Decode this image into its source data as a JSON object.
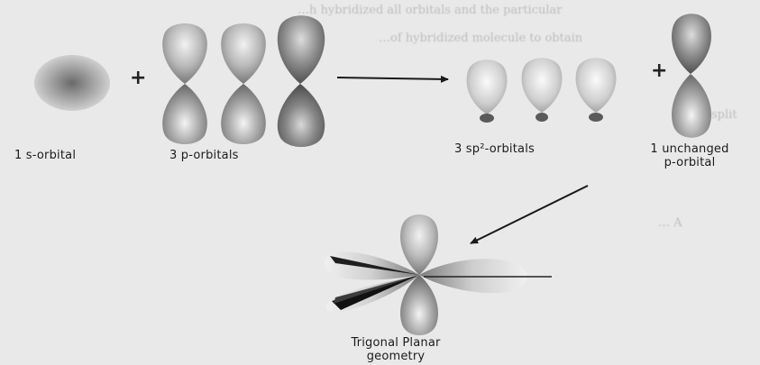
{
  "labels": {
    "s_orbital": "1 s-orbital",
    "p_orbitals": "3 p-orbitals",
    "sp2_orbitals": "3 sp²-orbitals",
    "unchanged_line1": "1 unchanged",
    "unchanged_line2": "p-orbital",
    "trigonal_line1": "Trigonal Planar",
    "trigonal_line2": "geometry"
  },
  "operators": {
    "plus1": "+",
    "plus2": "+"
  },
  "bleed_through": {
    "line1": "…h hybridized all orbitals and the particular",
    "line2": "…of hybridized molecule to obtain",
    "line3": "… a split",
    "line4": "… A"
  },
  "colors": {
    "background": "#e9e9e9",
    "lobe_dark": "#6f6f6f",
    "lobe_light": "#e2e2e2",
    "arrow": "#1a1a1a"
  },
  "icons": [
    "s-orbital-icon",
    "p-orbital-icon",
    "sp2-orbital-icon",
    "trigonal-planar-icon",
    "reaction-arrow-icon"
  ]
}
